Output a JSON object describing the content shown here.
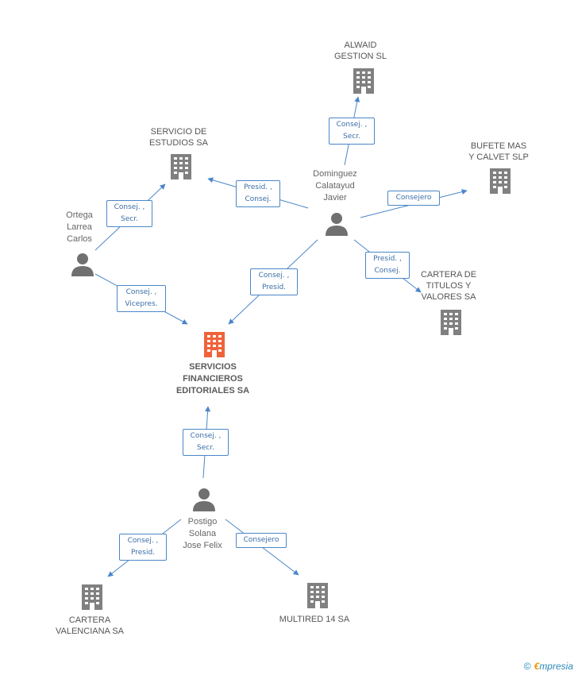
{
  "colors": {
    "edge": "#4a86c8",
    "building": "#808080",
    "building_center": "#f0633a",
    "person": "#707070"
  },
  "center": {
    "name": "SERVICIOS\nFINANCIEROS\nEDITORIALES SA"
  },
  "companies": {
    "alwaid": "ALWAID\nGESTION SL",
    "servicio_estudios": "SERVICIO DE\nESTUDIOS SA",
    "bufete": "BUFETE MAS\nY CALVET  SLP",
    "cartera_titulos": "CARTERA DE\nTITULOS Y\nVALORES SA",
    "cartera_valenciana": "CARTERA\nVALENCIANA SA",
    "multired": "MULTIRED 14 SA"
  },
  "people": {
    "dominguez": "Dominguez\nCalatayud\nJavier",
    "ortega": "Ortega\nLarrea\nCarlos",
    "postigo": "Postigo\nSolana\nJose Felix"
  },
  "edges": {
    "dom_alwaid": "Consej. ,\nSecr.",
    "dom_servicio": "Presid. ,\nConsej.",
    "dom_bufete": "Consejero",
    "dom_cartera": "Presid. ,\nConsej.",
    "dom_center": "Consej. ,\nPresid.",
    "ort_servicio": "Consej. ,\nSecr.",
    "ort_center": "Consej. ,\nVicepres.",
    "pos_center": "Consej. ,\nSecr.",
    "pos_valenciana": "Consej. ,\nPresid.",
    "pos_multired": "Consejero"
  },
  "brand": {
    "copyright": "©",
    "e": "€",
    "rest": "mpresia"
  }
}
